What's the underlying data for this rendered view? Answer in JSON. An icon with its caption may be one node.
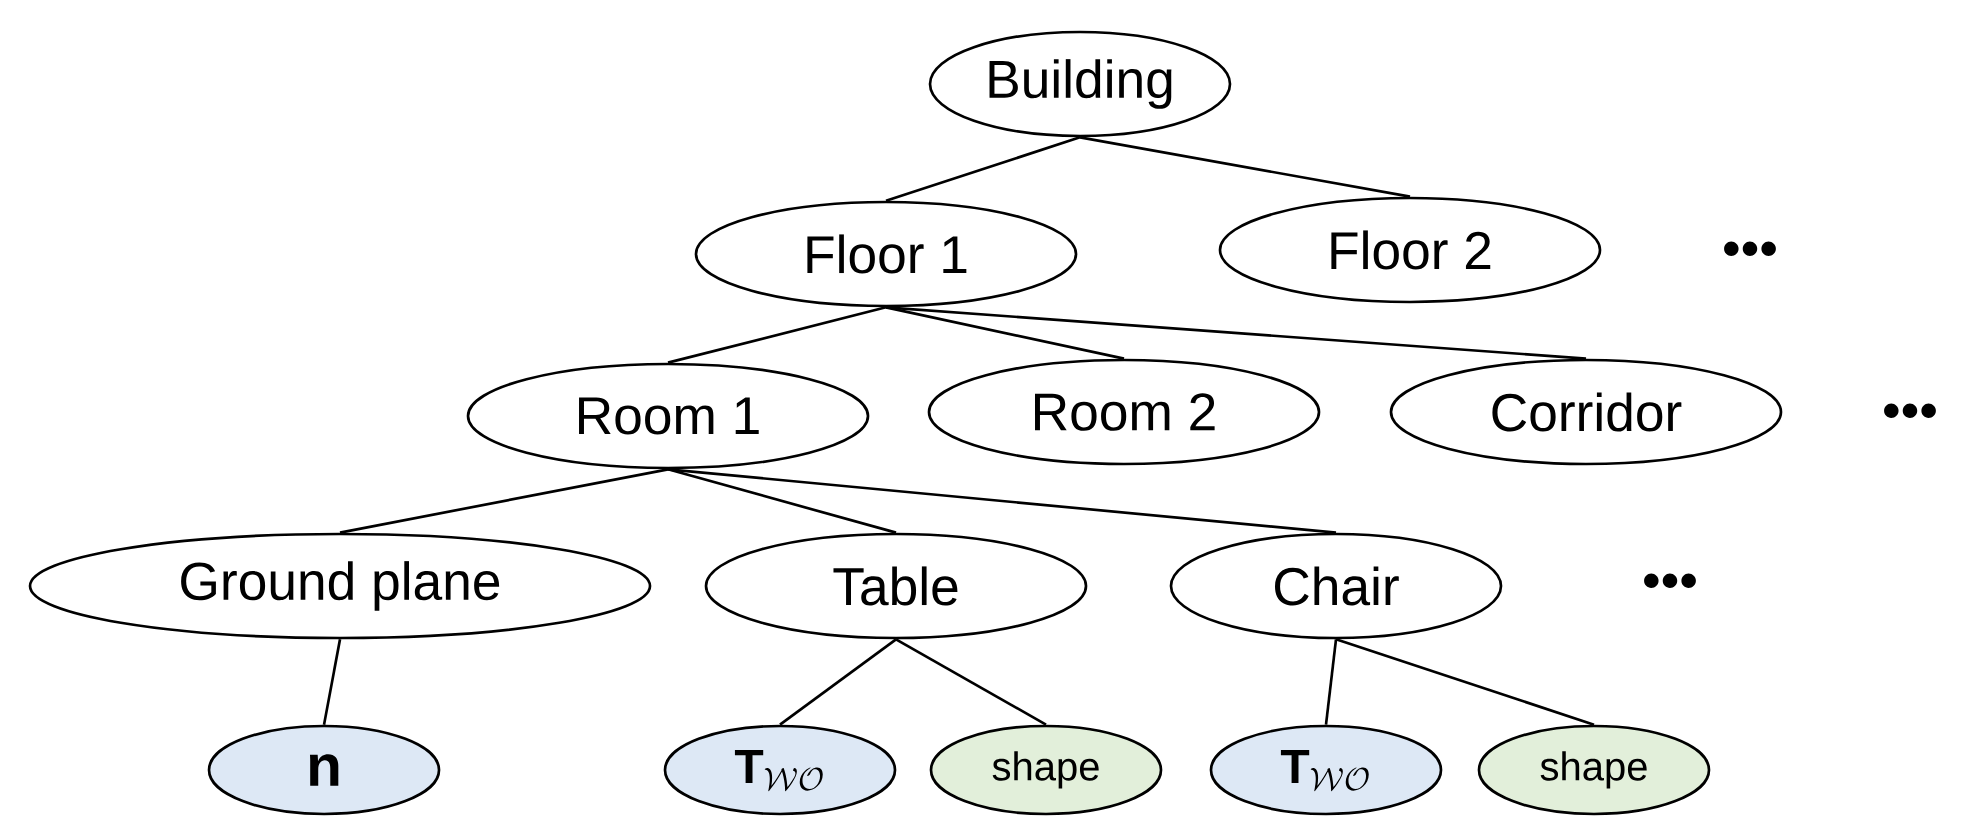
{
  "diagram": {
    "nodes": [
      {
        "text": [
          "Building"
        ]
      },
      {
        "text": [
          "Floor 1"
        ]
      },
      {
        "text": [
          "Floor 2"
        ]
      },
      {
        "text": [
          "Room 1"
        ]
      },
      {
        "text": [
          "Room 2"
        ]
      },
      {
        "text": [
          "Corridor"
        ]
      },
      {
        "text": [
          "Ground plane"
        ]
      },
      {
        "text": [
          "Table"
        ]
      },
      {
        "text": [
          "Chair"
        ]
      },
      {
        "text": [
          "\\mathbf{n}"
        ]
      },
      {
        "text": [
          "\\mathbf{T}_{\\mathcal{WO}}"
        ]
      },
      {
        "text": [
          "shape"
        ]
      },
      {
        "text": [
          "\\mathbf{T}_{\\mathcal{WO}}"
        ]
      },
      {
        "text": [
          "shape"
        ]
      }
    ],
    "edges": [
      {
        "from": 0,
        "to": 1,
        "arrow": "none"
      },
      {
        "from": 0,
        "to": 2,
        "arrow": "none"
      },
      {
        "from": 1,
        "to": 3,
        "arrow": "none"
      },
      {
        "from": 1,
        "to": 4,
        "arrow": "none"
      },
      {
        "from": 1,
        "to": 5,
        "arrow": "none"
      },
      {
        "from": 3,
        "to": 6,
        "arrow": "none"
      },
      {
        "from": 3,
        "to": 7,
        "arrow": "none"
      },
      {
        "from": 3,
        "to": 8,
        "arrow": "none"
      },
      {
        "from": 6,
        "to": 9,
        "arrow": "none"
      },
      {
        "from": 7,
        "to": 10,
        "arrow": "none"
      },
      {
        "from": 7,
        "to": 11,
        "arrow": "none"
      },
      {
        "from": 8,
        "to": 12,
        "arrow": "none"
      },
      {
        "from": 8,
        "to": 13,
        "arrow": "none"
      }
    ],
    "labels": [
      "•••",
      "•••",
      "•••"
    ]
  }
}
